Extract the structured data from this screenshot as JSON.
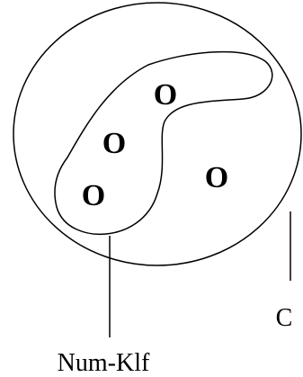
{
  "diagram": {
    "set_c_label": "C",
    "subset_label": "Num-Klf",
    "elements": [
      {
        "symbol": "O",
        "in_subset": true
      },
      {
        "symbol": "O",
        "in_subset": true
      },
      {
        "symbol": "O",
        "in_subset": true
      },
      {
        "symbol": "O",
        "in_subset": false
      }
    ]
  },
  "colors": {
    "stroke": "#000000",
    "background": "#ffffff"
  }
}
